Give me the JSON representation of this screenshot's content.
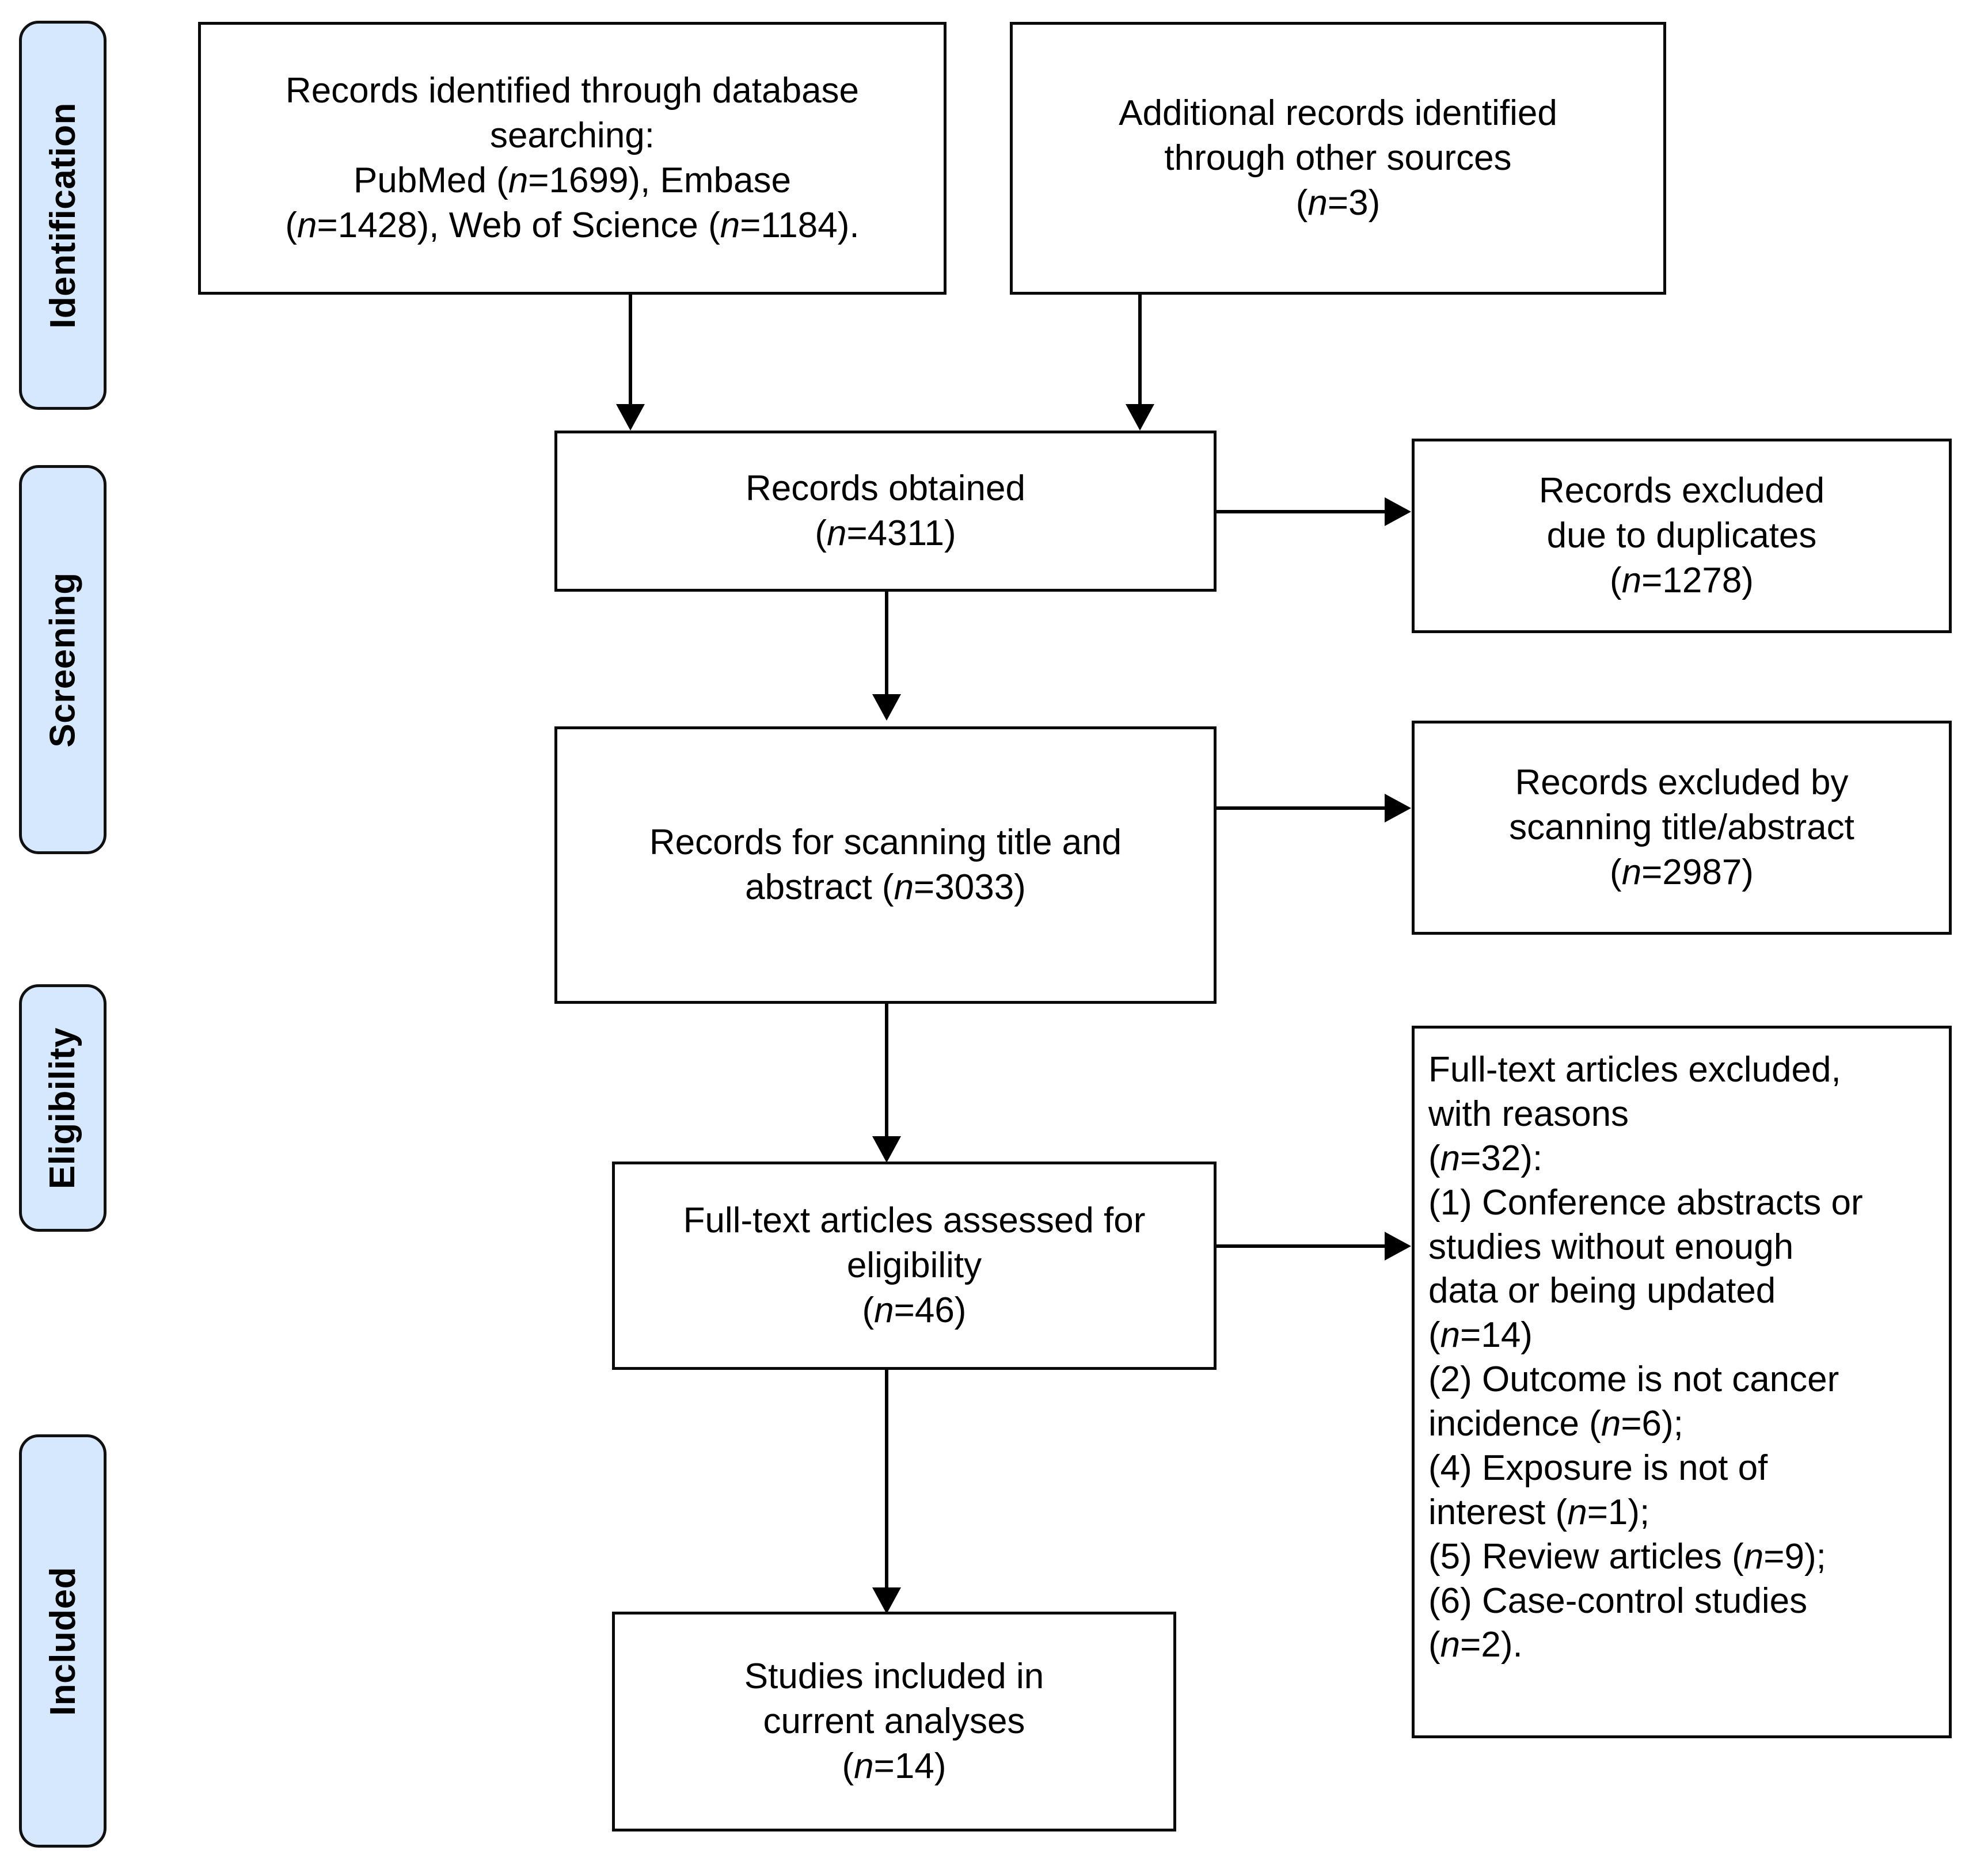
{
  "diagram": {
    "type": "prisma-flow-diagram",
    "title": "PRISMA study selection flow diagram",
    "accent_fill": "#d6e8fd",
    "border_color": "#0a0a0a",
    "background": "#ffffff"
  },
  "phases": [
    {
      "id": "identification",
      "label": "Identification"
    },
    {
      "id": "screening",
      "label": "Screening"
    },
    {
      "id": "eligibility",
      "label": "Eligibility"
    },
    {
      "id": "included",
      "label": "Included"
    }
  ],
  "nodes": {
    "database_search": {
      "line1": "Records identified through database",
      "line2": "searching:",
      "line3_a": "PubMed (",
      "line3_n": "n",
      "line3_b": "=1699), Embase",
      "line4_a": "(",
      "line4_n": "n",
      "line4_b": "=1428), Web of Science (",
      "line4_n2": "n",
      "line4_c": "=1184)."
    },
    "other_sources": {
      "line1": "Additional records identified",
      "line2": "through other sources",
      "count_open": "(",
      "count_n": "n",
      "count_val": "=3)"
    },
    "records_obtained": {
      "line1": "Records obtained",
      "count_open": "(",
      "count_n": "n",
      "count_val": "=4311)"
    },
    "duplicates_excluded": {
      "line1": "Records excluded",
      "line2": "due to duplicates",
      "count_open": "(",
      "count_n": "n",
      "count_val": "=1278)"
    },
    "records_screened": {
      "line1": "Records for scanning title and",
      "line2_a": "abstract (",
      "line2_n": "n",
      "line2_b": "=3033)"
    },
    "screened_excluded": {
      "line1": "Records excluded by",
      "line2": "scanning title/abstract",
      "count_open": "(",
      "count_n": "n",
      "count_val": "=2987)"
    },
    "fulltext_assessed": {
      "line1": "Full-text articles assessed for",
      "line2": "eligibility",
      "count_open": "(",
      "count_n": "n",
      "count_val": "=46)"
    },
    "fulltext_excluded": {
      "line1": "Full-text articles excluded,",
      "line2": "with reasons",
      "line3_open": "(",
      "line3_n": "n",
      "line3_val": "=32):",
      "reasons": [
        {
          "num": "(1)",
          "text_a": " Conference abstracts or",
          "text_b": "studies without enough",
          "text_c": "data or being updated",
          "count_open": "(",
          "count_n": "n",
          "count_val": "=14)"
        },
        {
          "num": "(2)",
          "text_a": " Outcome is not cancer",
          "text_b_pre": "incidence (",
          "text_b_n": "n",
          "text_b_post": "=6);"
        },
        {
          "num": "(4)",
          "text_a": " Exposure is not of",
          "text_b_pre": "interest (",
          "text_b_n": "n",
          "text_b_post": "=1);"
        },
        {
          "num": "(5)",
          "text_a": " Review articles (",
          "text_a_n": "n",
          "text_a_post": "=9);"
        },
        {
          "num": "(6)",
          "text_a": " Case-control studies",
          "text_b_pre": "(",
          "text_b_n": "n",
          "text_b_post": "=2)."
        }
      ]
    },
    "studies_included": {
      "line1": "Studies included in",
      "line2": "current analyses",
      "count_open": "(",
      "count_n": "n",
      "count_val": "=14)"
    }
  }
}
